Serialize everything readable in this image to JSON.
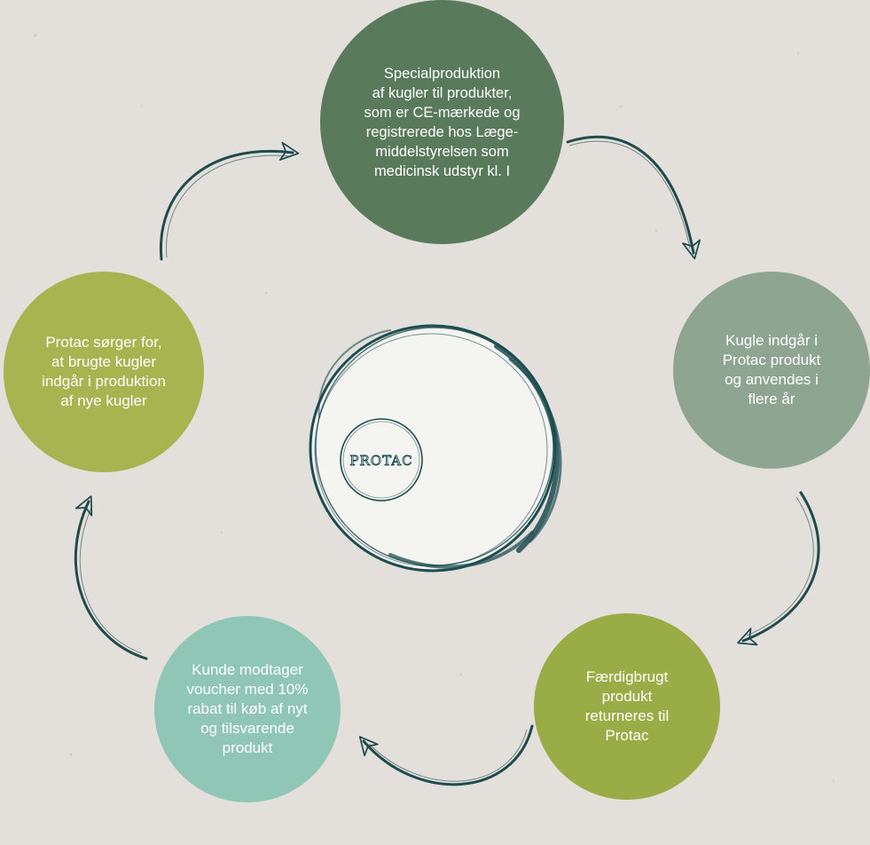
{
  "colors": {
    "background": "#e3dfda",
    "arrow": "#1f4b4d",
    "ball_outline": "#1d4d50",
    "ball_fill": "#f4f4f1"
  },
  "nodes": [
    {
      "key": "production",
      "color": "#5a7a5c",
      "text": "Specialproduktion\naf kugler til produkter,\nsom er CE-mærkede og\nregistrerede hos Læge-\nmiddelstyrelsen som\nmedicinsk udstyr kl. I"
    },
    {
      "key": "use",
      "color": "#8ea591",
      "text": "Kugle indgår i\nProtac produkt\nog anvendes i\nflere år"
    },
    {
      "key": "return",
      "color": "#9aac45",
      "text": "Færdigbrugt\nprodukt\nreturneres til\nProtac"
    },
    {
      "key": "voucher",
      "color": "#8fc6b6",
      "text": "Kunde modtager\nvoucher med 10%\nrabat til køb af nyt\nog tilsvarende\nprodukt"
    },
    {
      "key": "recycle",
      "color": "#a6b54f",
      "text": "Protac sørger for,\nat brugte kugler\nindgår i produktion\naf nye kugler"
    }
  ],
  "ball": {
    "logo_text": "PROTAC"
  }
}
